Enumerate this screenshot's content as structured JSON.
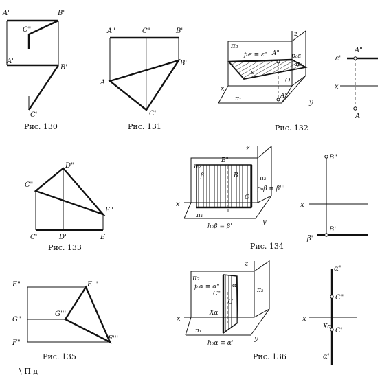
{
  "figures": {
    "fig130": {
      "caption": "Рис. 130",
      "labels": {
        "A2": "A\"",
        "B2": "B\"",
        "C2": "C\"",
        "A1": "A'",
        "B1": "B'",
        "C1": "C'"
      }
    },
    "fig131": {
      "caption": "Рис. 131",
      "labels": {
        "A2": "A\"",
        "C2": "C\"",
        "B2": "B\"",
        "A1": "A'",
        "B1": "B'",
        "C1": "C'"
      }
    },
    "fig132": {
      "caption": "Рис. 132",
      "labels": {
        "pi2": "π₂",
        "z": "z",
        "f": "f₀ε ≡ ε\"",
        "A2": "A\"",
        "p": "p₀ε",
        "pi3": "π₃",
        "x": "x",
        "O": "O",
        "e": "ε",
        "pi1": "π₁",
        "A1": "A'",
        "y": "y"
      },
      "side_labels": {
        "eps2": "ε\"",
        "A2": "A\"",
        "x": "x",
        "A1": "A'"
      }
    },
    "fig133": {
      "caption": "Рис. 133",
      "labels": {
        "D2": "D\"",
        "C2": "C\"",
        "E2": "E\"",
        "C1": "C'",
        "D1": "D'",
        "E1": "E'"
      }
    },
    "fig134": {
      "caption": "Рис. 134",
      "labels": {
        "z": "z",
        "pi2": "π₂",
        "B2": "B\"",
        "beta": "β",
        "B": "B",
        "pi3": "π₃",
        "p": "p₀β ≡ β'''",
        "x": "x",
        "O": "O",
        "pi1": "π₁",
        "h": "h₀β ≡ β'",
        "y": "y"
      },
      "side_labels": {
        "B2": "B\"",
        "x": "x",
        "beta1": "β'",
        "B1": "B'"
      }
    },
    "fig135": {
      "caption": "Рис. 135",
      "labels": {
        "E2": "E\"",
        "E3": "E'''",
        "G2": "G\"",
        "G3": "G'''",
        "F2": "F\"",
        "F3": "F'''"
      }
    },
    "fig136": {
      "caption": "Рис. 136",
      "labels": {
        "z": "z",
        "pi2": "π₂",
        "f": "f₀α ≡ α\"",
        "C2": "C\"",
        "C": "C",
        "a": "α",
        "pi3": "π₃",
        "x": "x",
        "Xa": "Xα",
        "pi1": "π₁",
        "h": "h₀α ≡ α'",
        "y": "y"
      },
      "side_labels": {
        "alpha2": "α\"",
        "C2": "C\"",
        "x": "x",
        "Xa": "Xα",
        "C1": "C'",
        "alpha1": "α'"
      }
    }
  },
  "footer_text": "\\ П                    д"
}
